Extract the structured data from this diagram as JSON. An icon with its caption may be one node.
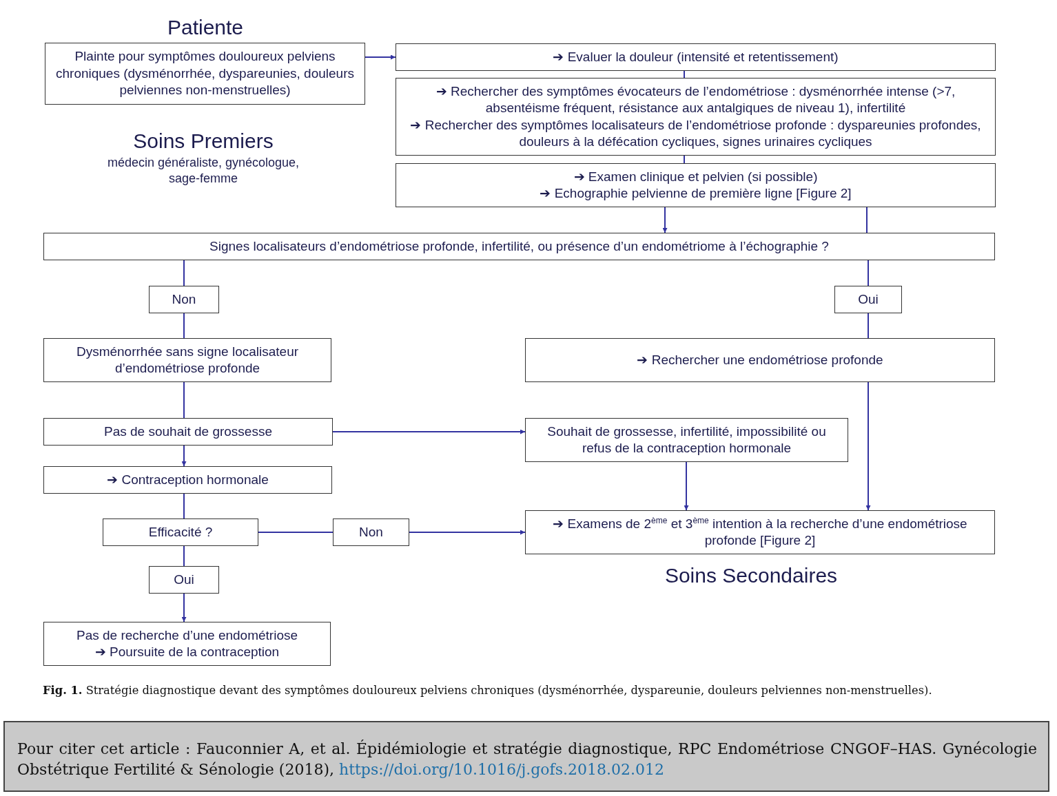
{
  "diagram": {
    "caption": "**Fig. 1.** Stratégie diagnostique devant des symptômes douloureux pelviens chroniques (dysménorrhée, dyspareunie, douleurs pelviennes non-menstruelles).",
    "nodes": [
      {
        "text": [
          "Plainte pour symptômes douloureux pelviens chroniques (dysménorrhée, dyspareunies, douleurs pelviennes non-menstruelles)"
        ]
      },
      {
        "text": [
          "➔ Evaluer la douleur (intensité et retentissement)"
        ]
      },
      {
        "text": [
          "➔ Rechercher des symptômes évocateurs de l’endométriose : dysménorrhée intense (>7, absentéisme fréquent, résistance aux antalgiques de niveau 1), infertilité",
          "➔ Rechercher des symptômes localisateurs de l’endométriose profonde : dyspareunies profondes, douleurs à la défécation cycliques, signes urinaires cycliques"
        ]
      },
      {
        "text": [
          "➔ Examen clinique et pelvien (si possible)",
          "➔ Echographie pelvienne de première ligne [Figure 2]"
        ]
      },
      {
        "text": [
          "Signes localisateurs d’endométriose profonde, infertilité, ou présence d’un endométriome à l’échographie ?"
        ]
      },
      {
        "text": [
          "Non"
        ]
      },
      {
        "text": [
          "Oui"
        ]
      },
      {
        "text": [
          "Dysménorrhée sans signe localisateur d’endométriose profonde"
        ]
      },
      {
        "text": [
          "➔ Rechercher une endométriose profonde"
        ]
      },
      {
        "text": [
          "Pas de souhait de grossesse"
        ]
      },
      {
        "text": [
          "Souhait de grossesse, infertilité, impossibilité ou refus de la contraception hormonale"
        ]
      },
      {
        "text": [
          "➔ Contraception hormonale"
        ]
      },
      {
        "text": [
          "Efficacité ?"
        ]
      },
      {
        "text": [
          "Non"
        ]
      },
      {
        "text": [
          "➔ Examens de 2$^{ème}$ et 3$^{ème}$ intention à la recherche d’une endométriose profonde [Figure 2]"
        ]
      },
      {
        "text": [
          "Oui"
        ]
      },
      {
        "text": [
          "Pas de recherche d’une endométriose",
          "➔ Poursuite de la contraception"
        ]
      },
      {
        "text": [
          "Pour citer cet article : Fauconnier A, et al. Épidémiologie et stratégie diagnostique, RPC Endométriose CNGOF–HAS. Gynécologie Obstétrique Fertilité & Sénologie (2018),",
          "https://doi.org/10.1016/j.gofs.2018.02.012"
        ]
      }
    ],
    "edges": [
      {
        "from": 0,
        "to": 1,
        "arrow": "to"
      },
      {
        "from": 1,
        "to": 2,
        "arrow": "none"
      },
      {
        "from": 2,
        "to": 3,
        "arrow": "none"
      },
      {
        "from": 3,
        "to": 4,
        "arrow": "to"
      },
      {
        "from": 3,
        "to": 4,
        "arrow": "none"
      },
      {
        "from": 4,
        "to": 5,
        "arrow": "none"
      },
      {
        "from": 4,
        "to": 6,
        "arrow": "none"
      },
      {
        "from": 5,
        "to": 7,
        "arrow": "none"
      },
      {
        "from": 6,
        "to": 8,
        "arrow": "none"
      },
      {
        "from": 7,
        "to": 9,
        "arrow": "none"
      },
      {
        "from": 9,
        "to": 10,
        "arrow": "to"
      },
      {
        "from": 9,
        "to": 11,
        "arrow": "to"
      },
      {
        "from": 8,
        "to": 14,
        "arrow": "to"
      },
      {
        "from": 10,
        "to": 14,
        "arrow": "to"
      },
      {
        "from": 11,
        "to": 12,
        "arrow": "none"
      },
      {
        "from": 12,
        "to": 13,
        "arrow": "none"
      },
      {
        "from": 13,
        "to": 14,
        "arrow": "to"
      },
      {
        "from": 12,
        "to": 15,
        "arrow": "none"
      },
      {
        "from": 15,
        "to": 16,
        "arrow": "to"
      }
    ],
    "labels": [
      "Patiente",
      "Soins Premiers",
      "médecin généraliste, gynécologue, sage-femme",
      "Soins Secondaires"
    ]
  }
}
